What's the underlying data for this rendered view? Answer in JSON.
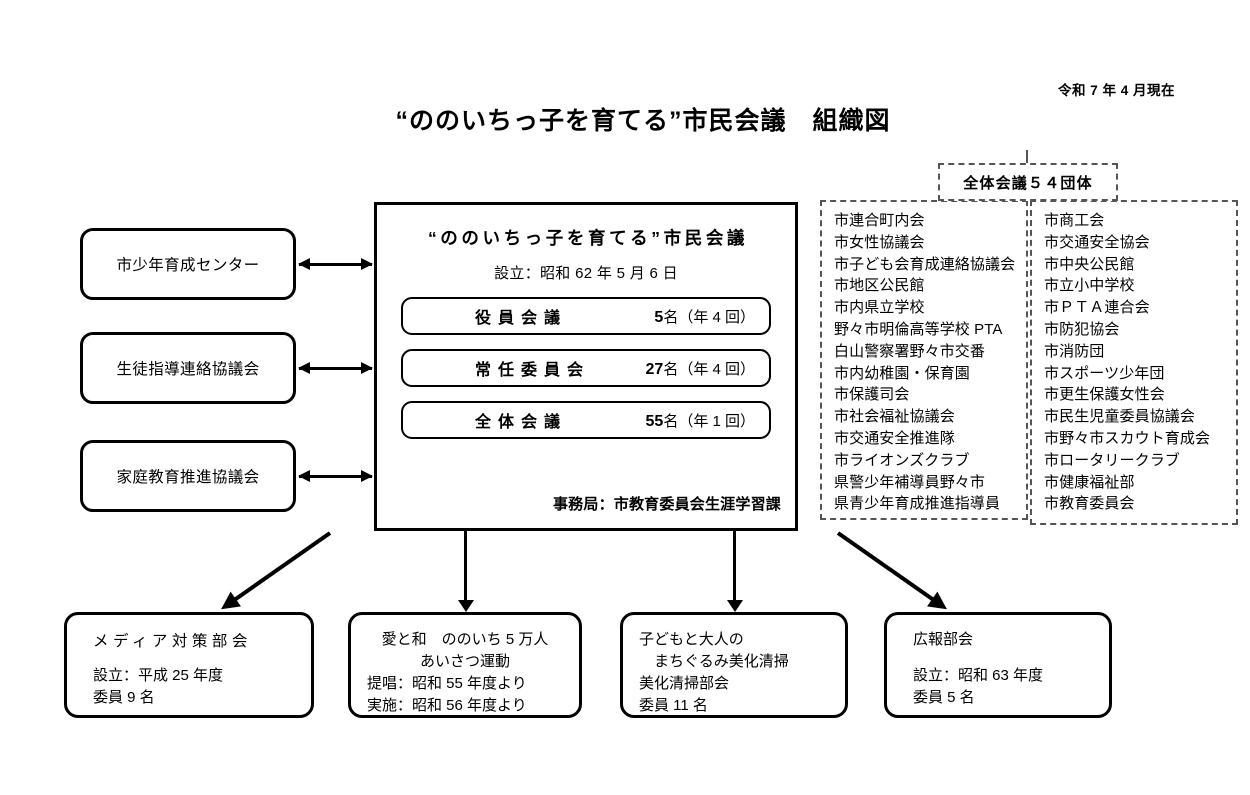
{
  "header": {
    "as_of": "令和 7 年 4 月現在",
    "title": "“ののいちっ子を育てる”市民会議　組織図"
  },
  "side_boxes": [
    {
      "label": "市少年育成センター"
    },
    {
      "label": "生徒指導連絡協議会"
    },
    {
      "label": "家庭教育推進協議会"
    }
  ],
  "main_box": {
    "title": "“ののいちっ子を育てる”市民会議",
    "founded": "設立：昭和 62 年 5 月 6 日",
    "meetings": [
      {
        "name": "役員会議",
        "count": "5",
        "count_suffix": "名（年 4 回）"
      },
      {
        "name": "常任委員会",
        "count": "27",
        "count_suffix": "名（年 4 回）"
      },
      {
        "name": "全体会議",
        "count": "55",
        "count_suffix": "名（年 1 回）"
      }
    ],
    "secretariat": "事務局：市教育委員会生涯学習課"
  },
  "org_list": {
    "title": "全体会議５４団体",
    "left_column": [
      "市連合町内会",
      "市女性協議会",
      "市子ども会育成連絡協議会",
      "市地区公民館",
      "市内県立学校",
      "野々市明倫高等学校 PTA",
      "白山警察署野々市交番",
      "市内幼稚園・保育園",
      "市保護司会",
      "市社会福祉協議会",
      "市交通安全推進隊",
      "市ライオンズクラブ",
      "県警少年補導員野々市",
      "県青少年育成推進指導員"
    ],
    "right_column": [
      "市商工会",
      "市交通安全協会",
      "市中央公民館",
      "市立小中学校",
      "市ＰＴＡ連合会",
      "市防犯協会",
      "市消防団",
      "市スポーツ少年団",
      "市更生保護女性会",
      "市民生児童委員協議会",
      "市野々市スカウト育成会",
      "市ロータリークラブ",
      "市健康福祉部",
      "市教育委員会"
    ]
  },
  "bottom_boxes": [
    {
      "heading": "メディア対策部会",
      "lines": [
        "設立：平成 25 年度",
        "委員 9 名"
      ]
    },
    {
      "heading_line1": "愛と和　ののいち 5 万人",
      "heading_line2": "あいさつ運動",
      "lines": [
        "提唱：昭和 55 年度より",
        "実施：昭和 56 年度より"
      ]
    },
    {
      "heading_line1": "子どもと大人の",
      "heading_line2": "　まちぐるみ美化清掃",
      "lines": [
        "美化清掃部会",
        "委員 11 名"
      ]
    },
    {
      "heading": "広報部会",
      "lines": [
        "設立：昭和 63 年度",
        "委員 5 名"
      ]
    }
  ]
}
